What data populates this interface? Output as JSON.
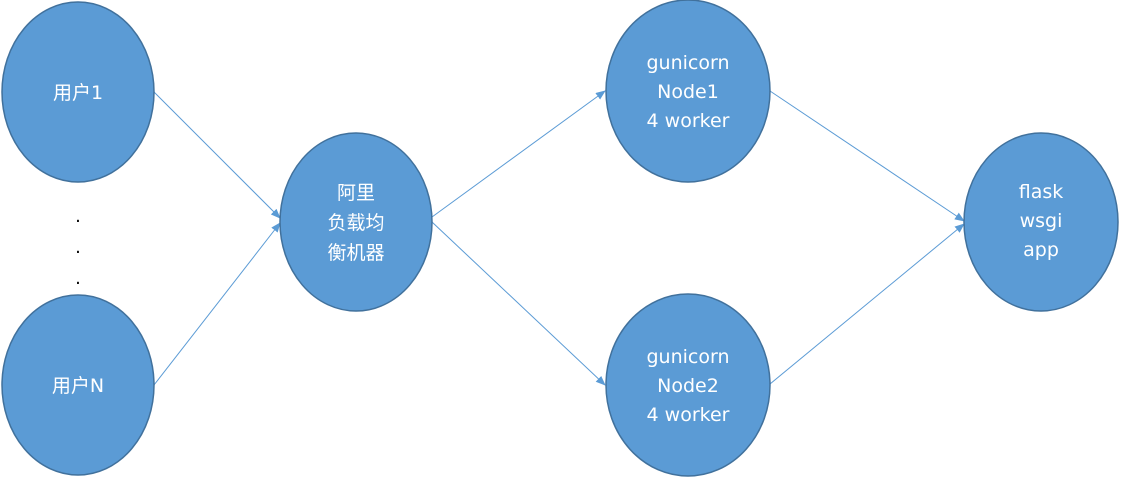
{
  "nodes": {
    "user1": {
      "lines": [
        "用户1"
      ]
    },
    "userN": {
      "lines": [
        "用户N"
      ]
    },
    "load_balancer": {
      "lines": [
        "阿里",
        "负载均",
        "衡机器"
      ]
    },
    "node1": {
      "lines": [
        "gunicorn",
        "Node1",
        "4 worker"
      ]
    },
    "node2": {
      "lines": [
        "gunicorn",
        "Node2",
        "4 worker"
      ]
    },
    "flask_app": {
      "lines": [
        "flask",
        "wsgi",
        "app"
      ]
    }
  },
  "ellipsis": [
    ".",
    ".",
    "."
  ],
  "colors": {
    "node_fill": "#5b9bd5",
    "node_stroke": "#41719c",
    "edge": "#5b9bd5",
    "node_text": "#ffffff"
  }
}
